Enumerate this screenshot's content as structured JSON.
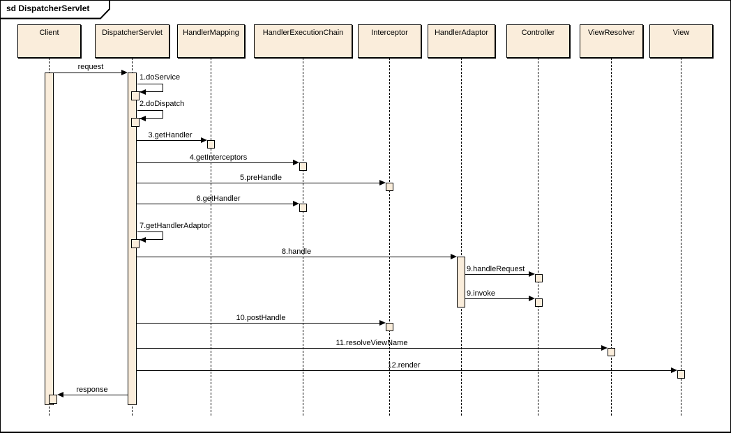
{
  "frame": {
    "title": "sd DispatcherServlet"
  },
  "colors": {
    "element_fill": "#FAEDDB",
    "line": "#000000",
    "background": "#FFFFFF"
  },
  "participants": [
    {
      "label": "Client"
    },
    {
      "label": "DispatcherServlet"
    },
    {
      "label": "HandlerMapping"
    },
    {
      "label": "HandlerExecutionChain"
    },
    {
      "label": "Interceptor"
    },
    {
      "label": "HandlerAdaptor"
    },
    {
      "label": "Controller"
    },
    {
      "label": "ViewResolver"
    },
    {
      "label": "View"
    }
  ],
  "messages": [
    {
      "label": "request",
      "from": "Client",
      "to": "DispatcherServlet",
      "type": "call"
    },
    {
      "label": "1.doService",
      "from": "DispatcherServlet",
      "to": "DispatcherServlet",
      "type": "self"
    },
    {
      "label": "2.doDispatch",
      "from": "DispatcherServlet",
      "to": "DispatcherServlet",
      "type": "self"
    },
    {
      "label": "3.getHandler",
      "from": "DispatcherServlet",
      "to": "HandlerMapping",
      "type": "call"
    },
    {
      "label": "4.getInterceptors",
      "from": "DispatcherServlet",
      "to": "HandlerExecutionChain",
      "type": "call"
    },
    {
      "label": "5.preHandle",
      "from": "DispatcherServlet",
      "to": "Interceptor",
      "type": "call"
    },
    {
      "label": "6.getHandler",
      "from": "DispatcherServlet",
      "to": "HandlerExecutionChain",
      "type": "call"
    },
    {
      "label": "7.getHandlerAdaptor",
      "from": "DispatcherServlet",
      "to": "DispatcherServlet",
      "type": "self"
    },
    {
      "label": "8.handle",
      "from": "DispatcherServlet",
      "to": "HandlerAdaptor",
      "type": "call"
    },
    {
      "label": "9.handleRequest",
      "from": "HandlerAdaptor",
      "to": "Controller",
      "type": "call"
    },
    {
      "label": "9.invoke",
      "from": "HandlerAdaptor",
      "to": "Controller",
      "type": "call"
    },
    {
      "label": "10.postHandle",
      "from": "DispatcherServlet",
      "to": "Interceptor",
      "type": "call"
    },
    {
      "label": "11.resolveViewName",
      "from": "DispatcherServlet",
      "to": "ViewResolver",
      "type": "call"
    },
    {
      "label": "12.render",
      "from": "DispatcherServlet",
      "to": "View",
      "type": "call"
    },
    {
      "label": "response",
      "from": "DispatcherServlet",
      "to": "Client",
      "type": "return"
    }
  ]
}
